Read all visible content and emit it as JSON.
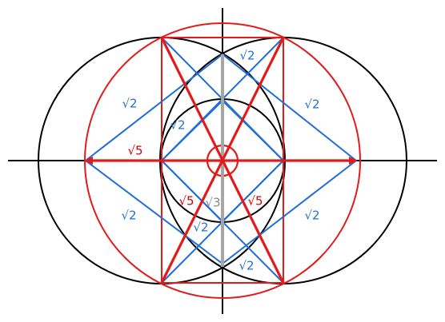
{
  "colors": {
    "background": "#ffffff",
    "axis": "#000000",
    "unit_circle": "#000000",
    "red": "#e31a1a",
    "blue": "#1f6fd6",
    "gray": "#9a9a9a",
    "label_blue": "#1f6fd6",
    "label_red": "#d50000",
    "label_gray": "#8a8a8a"
  },
  "labels": {
    "sqrt2": "√2",
    "sqrt5": "√5",
    "sqrt3": "√3"
  }
}
